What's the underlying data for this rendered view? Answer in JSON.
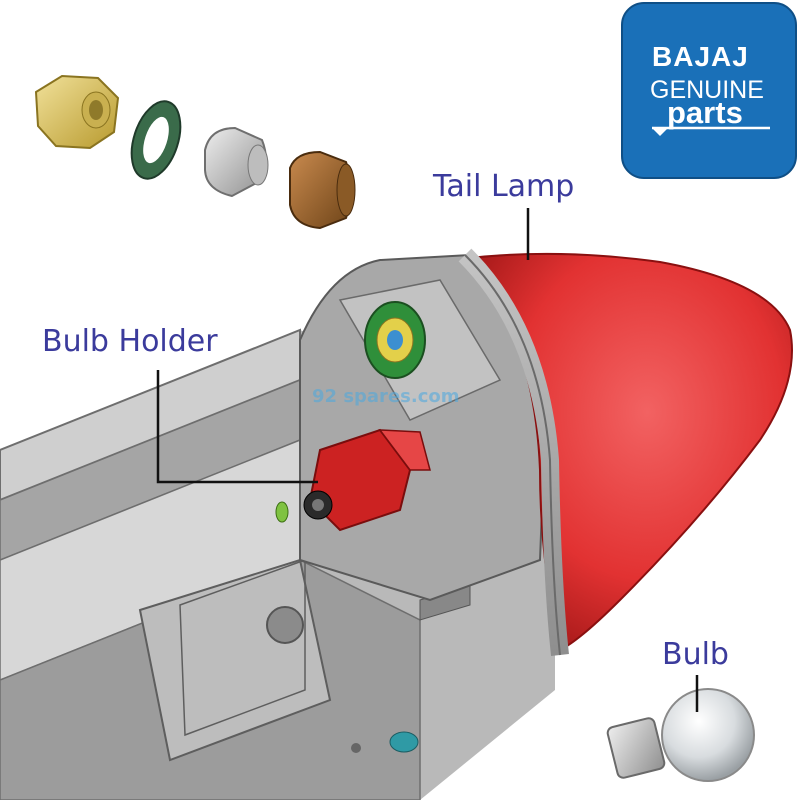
{
  "labels": {
    "tail_lamp": "Tail Lamp",
    "bulb_holder": "Bulb Holder",
    "bulb": "Bulb"
  },
  "logo": {
    "brand": "BAJAJ",
    "line2": "GENUINE",
    "line3": "parts"
  },
  "watermark": "92 spares.com",
  "colors": {
    "callout_text": "#3b3b9c",
    "logo_bg": "#1a70b8",
    "lamp_red": "#e23a3a",
    "frame_grey": "#a9a9a9",
    "holder_red": "#cc2222"
  }
}
